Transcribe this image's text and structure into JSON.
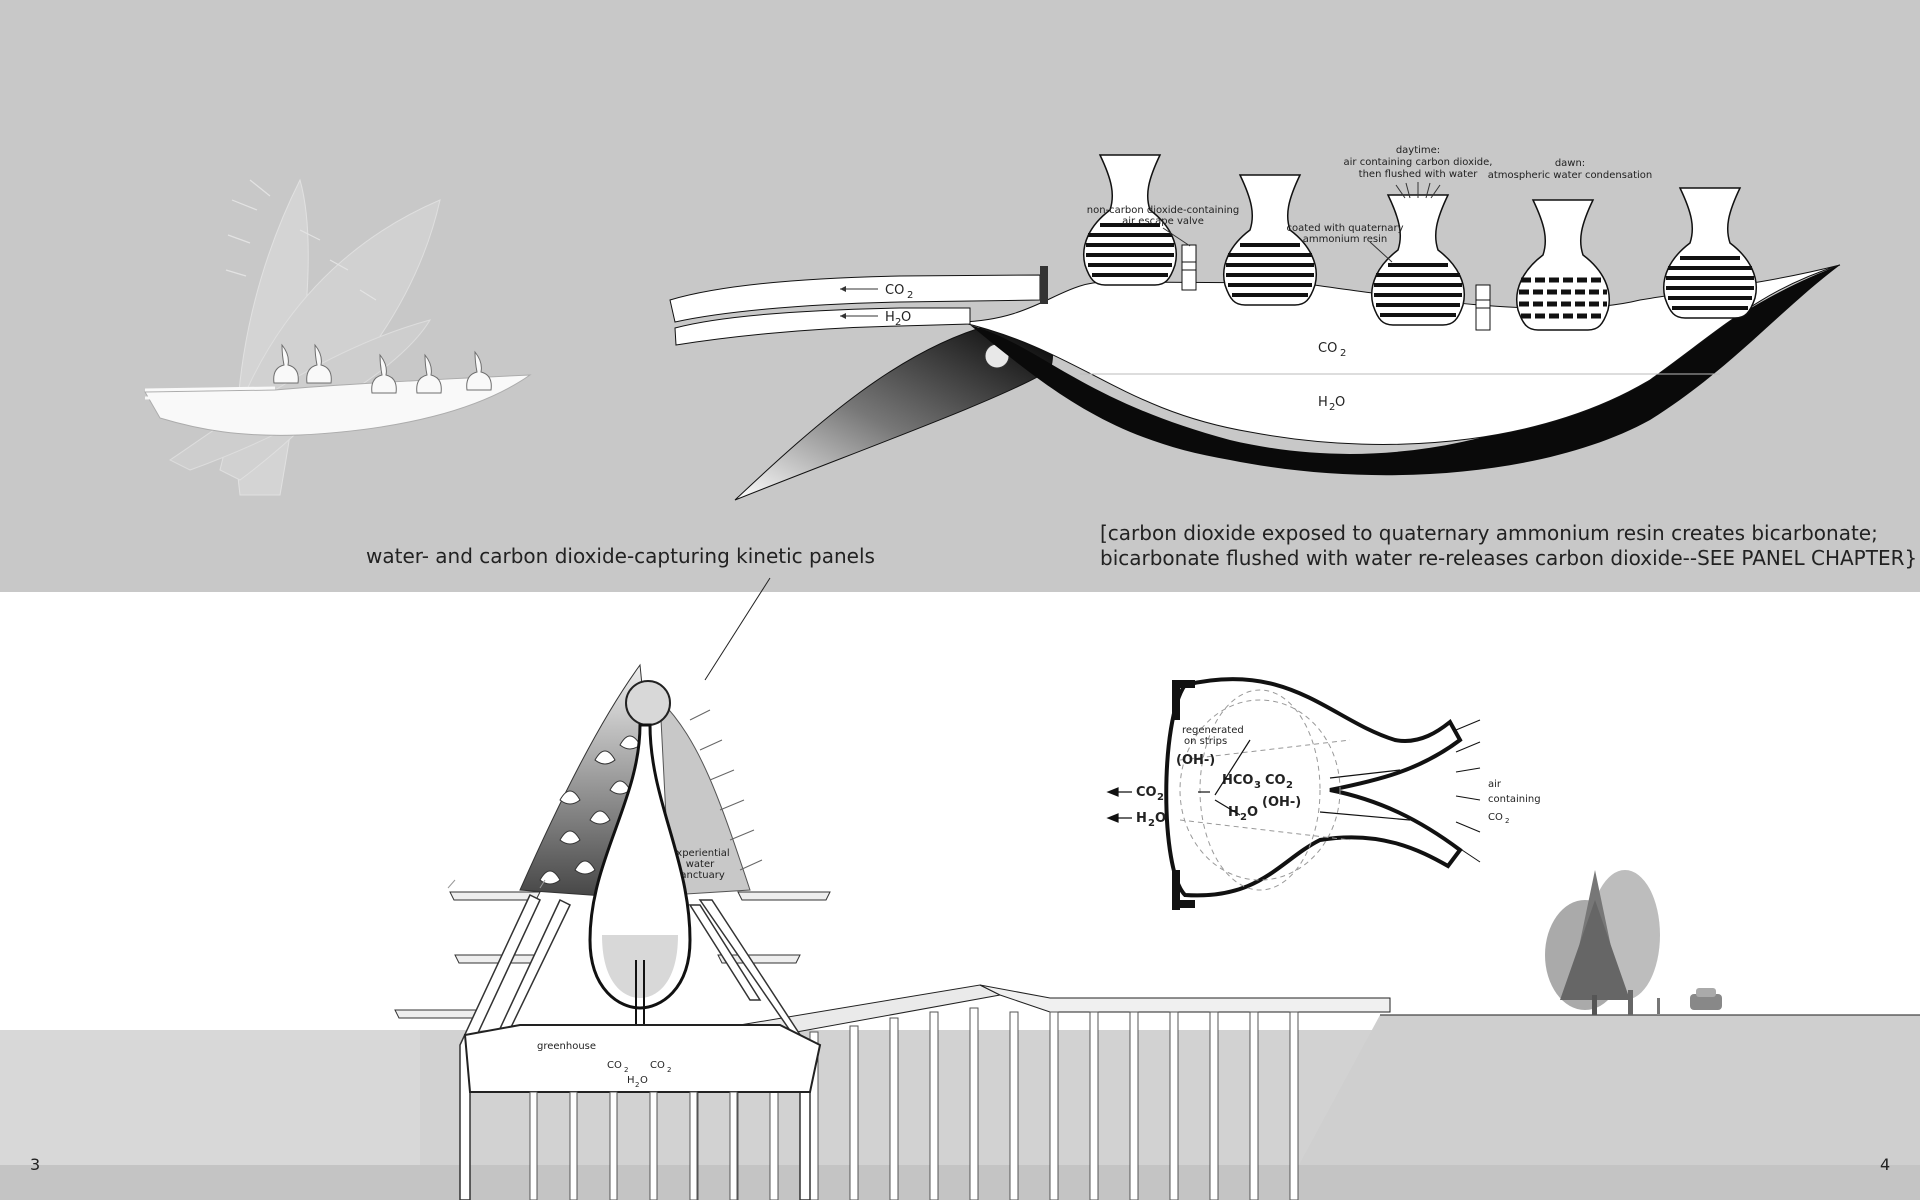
{
  "top_panel": {
    "caption_left": "water- and carbon dioxide-capturing kinetic panels",
    "caption_right_line1": "[carbon dioxide exposed to quaternary ammonium resin creates bicarbonate;",
    "caption_right_line2": "bicarbonate flushed with water re-releases carbon dioxide--SEE PANEL CHAPTER}",
    "section": {
      "co2_pipe": "CO",
      "h2o_pipe": "H",
      "co2_chamber": "CO",
      "h2o_chamber": "H",
      "valve_label_1": "non-carbon dioxide-containing",
      "valve_label_2": "air escape valve",
      "daytime_1": "daytime:",
      "daytime_2": "air containing carbon dioxide,",
      "daytime_3": "then flushed with water",
      "dawn_1": "dawn:",
      "dawn_2": "atmospheric water condensation",
      "resin_1": "coated with quaternary",
      "resin_2": "ammonium resin"
    }
  },
  "bottom_panel": {
    "greenhouse": "greenhouse",
    "sanctuary_1": "experiential",
    "sanctuary_2": "water",
    "sanctuary_3": "sanctuary",
    "out_co2_a": "CO",
    "out_co2_b": "CO",
    "out_h2o": "H",
    "detail": {
      "regen_1": "regenerated",
      "regen_2": "on strips",
      "oh_1": "(OH-)",
      "oh_2": "(OH-)",
      "hco3": "HCO",
      "co2_in": "CO",
      "h2o_in": "H",
      "co2_out": "CO",
      "h2o_out": "H",
      "air_1": "air",
      "air_2": "containing",
      "air_3": "CO"
    }
  },
  "page_numbers": {
    "left": "3",
    "right": "4"
  },
  "colors": {
    "top_background": "#c8c8c8",
    "bottom_background": "#ffffff",
    "ground": "#d4d4d4",
    "ink": "#111111"
  }
}
